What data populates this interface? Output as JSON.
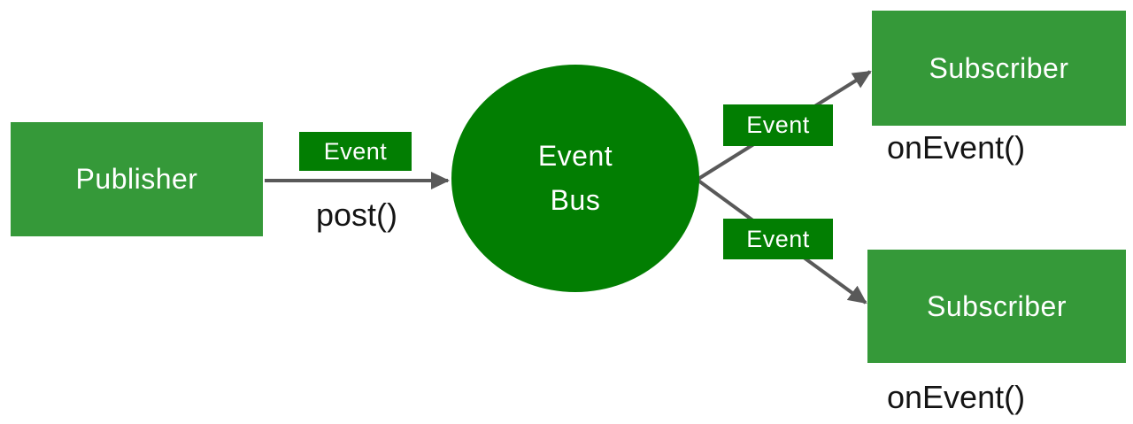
{
  "diagram": {
    "title_semantic": "event-bus-pattern-diagram",
    "colors": {
      "node_green": "#359939",
      "bus_green": "#027e02",
      "arrow_gray": "#595959",
      "node_text": "#ffffff",
      "method_text": "#141414",
      "background": "#ffffff"
    },
    "nodes": {
      "publisher": {
        "label": "Publisher"
      },
      "event_bus": {
        "line1": "Event",
        "line2": "Bus"
      },
      "subscriber_top": {
        "label": "Subscriber",
        "method": "onEvent()"
      },
      "subscriber_bottom": {
        "label": "Subscriber",
        "method": "onEvent()"
      }
    },
    "edges": {
      "publish": {
        "label": "Event",
        "method": "post()"
      },
      "deliver_top": {
        "label": "Event"
      },
      "deliver_bottom": {
        "label": "Event"
      }
    }
  }
}
